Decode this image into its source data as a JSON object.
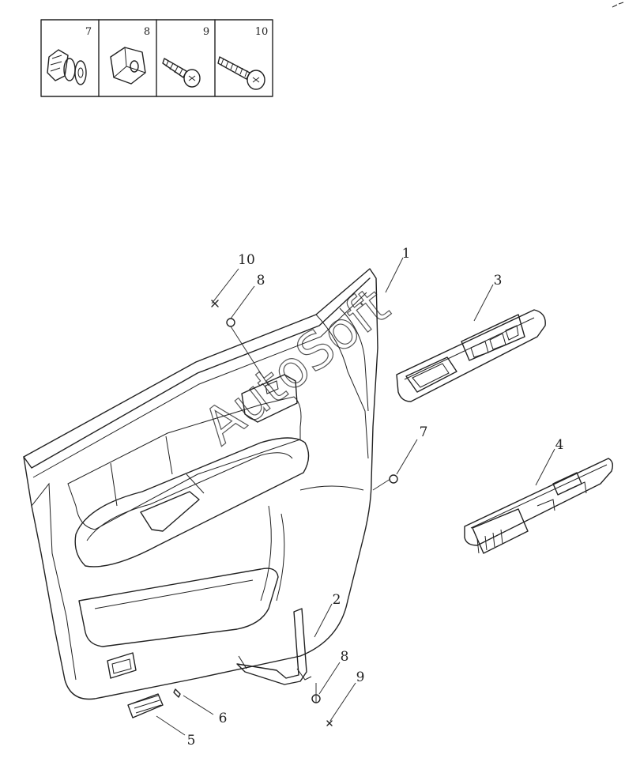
{
  "fastener_table": {
    "cells": [
      {
        "num": "7",
        "icon": "push-clip-icon"
      },
      {
        "num": "8",
        "icon": "clip-nut-icon"
      },
      {
        "num": "9",
        "icon": "short-screw-icon"
      },
      {
        "num": "10",
        "icon": "long-screw-icon"
      }
    ]
  },
  "callouts": {
    "c1": "1",
    "c2": "2",
    "c3": "3",
    "c4": "4",
    "c5": "5",
    "c6": "6",
    "c7": "7",
    "c8_top": "8",
    "c8_bottom": "8",
    "c9": "9",
    "c10": "10"
  },
  "watermark": "AutoSoft"
}
